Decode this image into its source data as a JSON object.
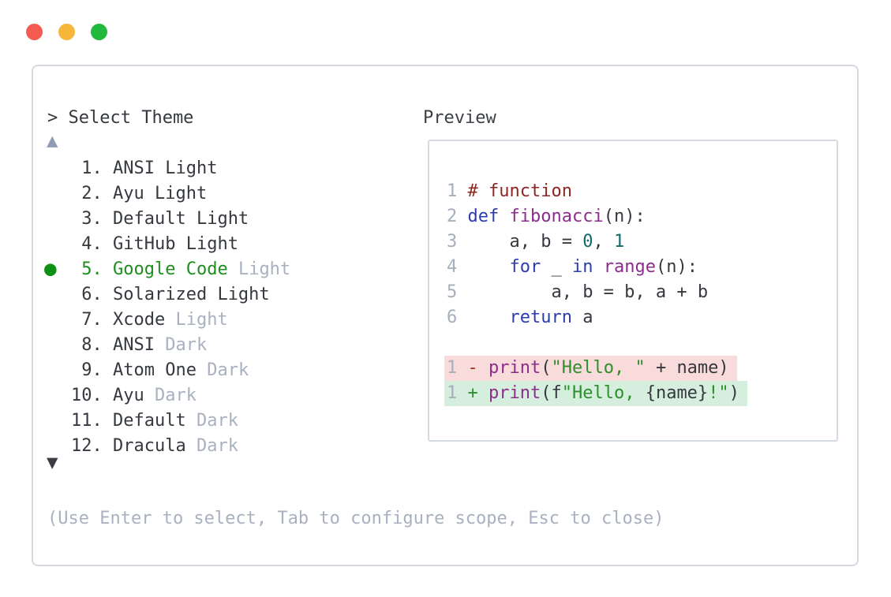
{
  "window": {
    "traffic_lights": [
      {
        "name": "close",
        "color": "#f45b51"
      },
      {
        "name": "minimize",
        "color": "#f5b63a"
      },
      {
        "name": "zoom",
        "color": "#22b83e"
      }
    ]
  },
  "theme_picker": {
    "prompt": "> Select Theme",
    "scroll_up_icon": "▲",
    "scroll_down_icon": "▼",
    "selected_bullet": "●",
    "items": [
      {
        "num": " 1.",
        "name": "ANSI Light",
        "suffix": "",
        "selected": false
      },
      {
        "num": " 2.",
        "name": "Ayu Light",
        "suffix": "",
        "selected": false
      },
      {
        "num": " 3.",
        "name": "Default Light",
        "suffix": "",
        "selected": false
      },
      {
        "num": " 4.",
        "name": "GitHub Light",
        "suffix": "",
        "selected": false
      },
      {
        "num": " 5.",
        "name": "Google Code",
        "suffix": "Light",
        "selected": true
      },
      {
        "num": " 6.",
        "name": "Solarized Light",
        "suffix": "",
        "selected": false
      },
      {
        "num": " 7.",
        "name": "Xcode",
        "suffix": "Light",
        "selected": false
      },
      {
        "num": " 8.",
        "name": "ANSI",
        "suffix": "Dark",
        "selected": false
      },
      {
        "num": " 9.",
        "name": "Atom One",
        "suffix": "Dark",
        "selected": false
      },
      {
        "num": "10.",
        "name": "Ayu",
        "suffix": "Dark",
        "selected": false
      },
      {
        "num": "11.",
        "name": "Default",
        "suffix": "Dark",
        "selected": false
      },
      {
        "num": "12.",
        "name": "Dracula",
        "suffix": "Dark",
        "selected": false
      }
    ],
    "hint": "(Use Enter to select, Tab to configure scope, Esc to close)"
  },
  "preview": {
    "title": "Preview",
    "lines": [
      {
        "num": "1",
        "tokens": [
          [
            "com",
            "# function"
          ]
        ]
      },
      {
        "num": "2",
        "tokens": [
          [
            "kwd",
            "def"
          ],
          [
            "pln",
            " "
          ],
          [
            "typ",
            "fibonacci"
          ],
          [
            "pln",
            "(n):"
          ]
        ]
      },
      {
        "num": "3",
        "tokens": [
          [
            "pln",
            "    a, b = "
          ],
          [
            "lit",
            "0"
          ],
          [
            "pln",
            ", "
          ],
          [
            "lit",
            "1"
          ]
        ]
      },
      {
        "num": "4",
        "tokens": [
          [
            "pln",
            "    "
          ],
          [
            "kwd",
            "for"
          ],
          [
            "pln",
            " _ "
          ],
          [
            "kwd",
            "in"
          ],
          [
            "pln",
            " "
          ],
          [
            "typ",
            "range"
          ],
          [
            "pln",
            "(n):"
          ]
        ]
      },
      {
        "num": "5",
        "tokens": [
          [
            "pln",
            "        a, b = b, a + b"
          ]
        ]
      },
      {
        "num": "6",
        "tokens": [
          [
            "pln",
            "    "
          ],
          [
            "kwd",
            "return"
          ],
          [
            "pln",
            " a"
          ]
        ]
      },
      {
        "blank": true
      },
      {
        "num": "1",
        "bg": "removed",
        "tokens": [
          [
            "min",
            "- "
          ],
          [
            "typ",
            "print"
          ],
          [
            "pln",
            "("
          ],
          [
            "str",
            "\"Hello, \""
          ],
          [
            "pln",
            " + name)"
          ]
        ]
      },
      {
        "num": "1",
        "bg": "added",
        "tokens": [
          [
            "add",
            "+ "
          ],
          [
            "typ",
            "print"
          ],
          [
            "pln",
            "(f"
          ],
          [
            "str",
            "\"Hello, "
          ],
          [
            "pln",
            "{name}"
          ],
          [
            "str",
            "!\""
          ],
          [
            "pln",
            ")"
          ]
        ]
      }
    ]
  },
  "colors": {
    "panel_border": "#d5d9e1",
    "text": "#35393f",
    "muted": "#a9b1c0",
    "selection_green": "#1d8e1d",
    "bullet_green": "#0e9015",
    "scroll_up": "#8f9db4",
    "scroll_down": "#3a3e44",
    "diff_removed_bg": "#f9dbdb",
    "diff_added_bg": "#d6eedd",
    "syntax": {
      "comment": "#8d2721",
      "keyword": "#2c3cae",
      "function": "#8c2d8d",
      "literal": "#116b6b",
      "string": "#2c8f2c",
      "line_number": "#a6aebc"
    }
  }
}
